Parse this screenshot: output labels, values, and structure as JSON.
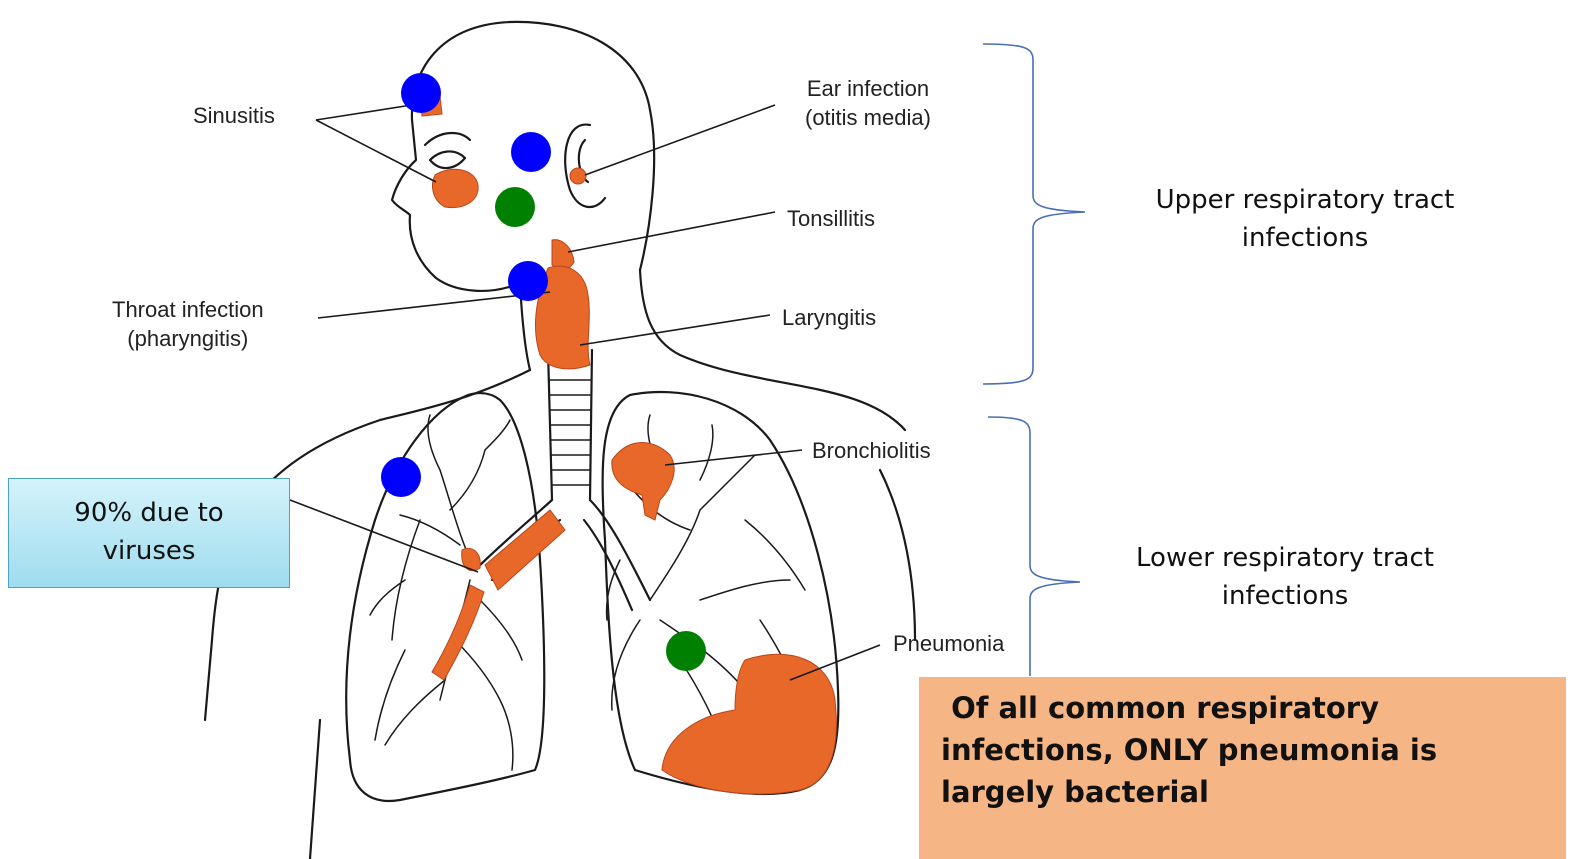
{
  "labels": {
    "sinusitis": "Sinusitis",
    "ear_infection_line1": "Ear infection",
    "ear_infection_line2": "(otitis media)",
    "tonsillitis": "Tonsillitis",
    "throat_infection_line1": "Throat infection",
    "throat_infection_line2": "(pharyngitis)",
    "laryngitis": "Laryngitis",
    "bronchiolitis": "Bronchiolitis",
    "pneumonia": "Pneumonia"
  },
  "groups": {
    "upper_line1": "Upper respiratory tract",
    "upper_line2": "infections",
    "lower_line1": "Lower respiratory tract",
    "lower_line2": "infections"
  },
  "callout": {
    "line1": "90% due to",
    "line2": "viruses"
  },
  "note": {
    "line1": " Of all common respiratory",
    "line2": "infections, ONLY pneumonia is",
    "line3": "largely bacterial"
  },
  "colors": {
    "infection_highlight": "#e8682a",
    "virus_dot": "#0000ff",
    "bacteria_dot": "#008000",
    "callout_fill": "#b8e8f4",
    "note_fill": "#f6b585",
    "bracket": "#4a6fb5"
  }
}
